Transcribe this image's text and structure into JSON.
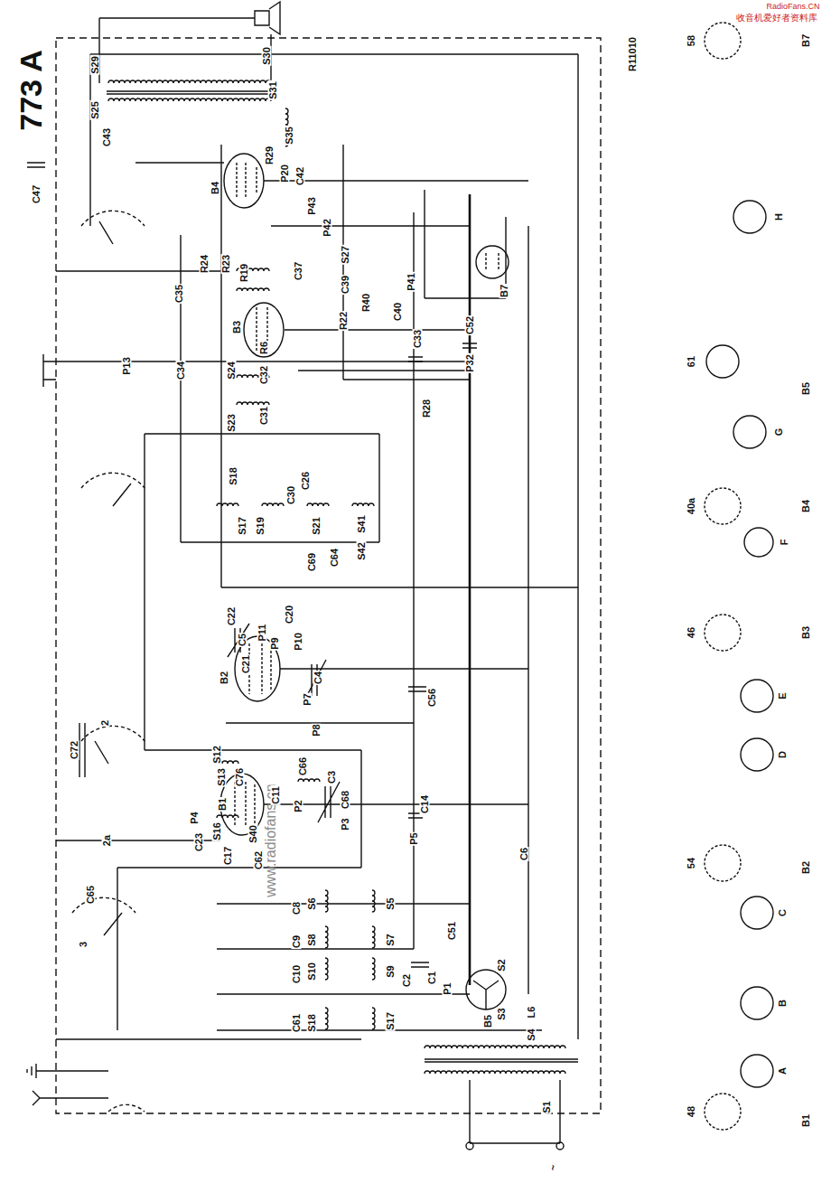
{
  "diagram": {
    "title": "773 A",
    "labels": [
      "收音机爱好者资料库",
      "RadioFans.CN",
      "R11010",
      "www.radiofans.cn",
      "C47",
      "S29",
      "S25",
      "C43",
      "S30",
      "S31",
      "S35",
      "C42",
      "P20",
      "R29",
      "P43",
      "P42",
      "B4",
      "R24",
      "R23",
      "R19",
      "B7",
      "C35",
      "C34",
      "P13",
      "B3",
      "S24",
      "S23",
      "C32",
      "C31",
      "R6",
      "C33",
      "C52",
      "P32",
      "R22",
      "R28",
      "S27",
      "C37",
      "C39",
      "R40",
      "P41",
      "C40",
      "S18",
      "S17",
      "S19",
      "S21",
      "S41",
      "S42",
      "C64",
      "C69",
      "C30",
      "C26",
      "C5",
      "C22",
      "C21",
      "P11",
      "P9",
      "P10",
      "C20",
      "B2",
      "C4",
      "C56",
      "P7",
      "P8",
      "S12",
      "S13",
      "C76",
      "S16",
      "C17",
      "S40",
      "C62",
      "C66",
      "C68",
      "C72",
      "C14",
      "P5",
      "P4",
      "C23",
      "B1",
      "C11",
      "P2",
      "C3",
      "P3",
      "C2",
      "C1",
      "P1",
      "B5",
      "S2",
      "S3",
      "S4",
      "L6",
      "C51",
      "S1",
      "C65",
      "C6",
      "S5",
      "S7",
      "S9",
      "S17",
      "S6",
      "S8",
      "S10",
      "S18",
      "C8",
      "C9",
      "C10",
      "C61",
      "2",
      "2a",
      "3",
      "58",
      "61",
      "40a",
      "46",
      "54",
      "48",
      "B7",
      "B5",
      "B4",
      "B3",
      "B2",
      "B1",
      "H",
      "G",
      "F",
      "E",
      "D",
      "C",
      "B",
      "A",
      "~"
    ]
  }
}
